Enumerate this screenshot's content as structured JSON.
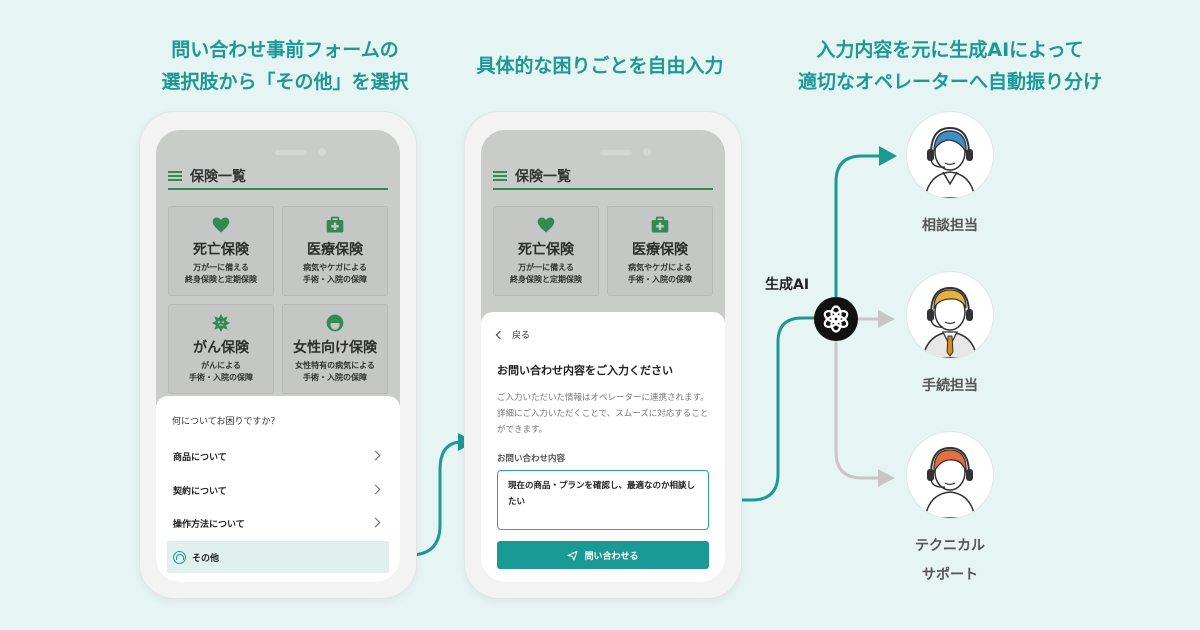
{
  "steps": {
    "step1": {
      "line1": "問い合わせ事前フォームの",
      "line2": "選択肢から「その他」を選択"
    },
    "step2": {
      "line1": "具体的な困りごとを自由入力"
    },
    "step3": {
      "line1": "入力内容を元に生成AIによって",
      "line2": "適切なオペレーターへ自動振り分け"
    }
  },
  "phone1": {
    "header": "保険一覧",
    "cards": [
      {
        "icon": "heart-icon",
        "title": "死亡保険",
        "desc1": "万が一に備える",
        "desc2": "終身保険と定期保険"
      },
      {
        "icon": "medical-kit-icon",
        "title": "医療保険",
        "desc1": "病気やケガによる",
        "desc2": "手術・入院の保障"
      },
      {
        "icon": "cancer-cell-icon",
        "title": "がん保険",
        "desc1": "がんによる",
        "desc2": "手術・入院の保障"
      },
      {
        "icon": "woman-icon",
        "title": "女性向け保険",
        "desc1": "女性特有の病気による",
        "desc2": "手術・入院の保障"
      }
    ],
    "sheet": {
      "question": "何についてお困りですか？",
      "options": [
        {
          "label": "商品について"
        },
        {
          "label": "契約について"
        },
        {
          "label": "操作方法について"
        },
        {
          "label": "その他",
          "selected": true
        }
      ]
    }
  },
  "phone2": {
    "header": "保険一覧",
    "cards": [
      {
        "icon": "heart-icon",
        "title": "死亡保険",
        "desc1": "万が一に備える",
        "desc2": "終身保険と定期保険"
      },
      {
        "icon": "medical-kit-icon",
        "title": "医療保険",
        "desc1": "病気やケガによる",
        "desc2": "手術・入院の保障"
      }
    ],
    "sheet": {
      "back": "戻る",
      "title": "お問い合わせ内容をご入力ください",
      "description": "ご入力いただいた情報はオペレーターに連携されます。詳細にご入力いただくことで、スムーズに対応することができます。",
      "field_label": "お問い合わせ内容",
      "field_value": "現在の商品・プランを確認し、最適なのか相談したい",
      "submit": "問い合わせる"
    }
  },
  "ai": {
    "label": "生成AI",
    "icon": "openai-logo-icon"
  },
  "operators": [
    {
      "name": "相談担当",
      "active": true
    },
    {
      "name": "手続担当",
      "active": false
    },
    {
      "name": "テクニカル",
      "name2": "サポート",
      "active": false
    }
  ],
  "colors": {
    "accent": "#1a9a94",
    "green": "#2f8a55",
    "inactive_arrow": "#c6c6c6"
  }
}
